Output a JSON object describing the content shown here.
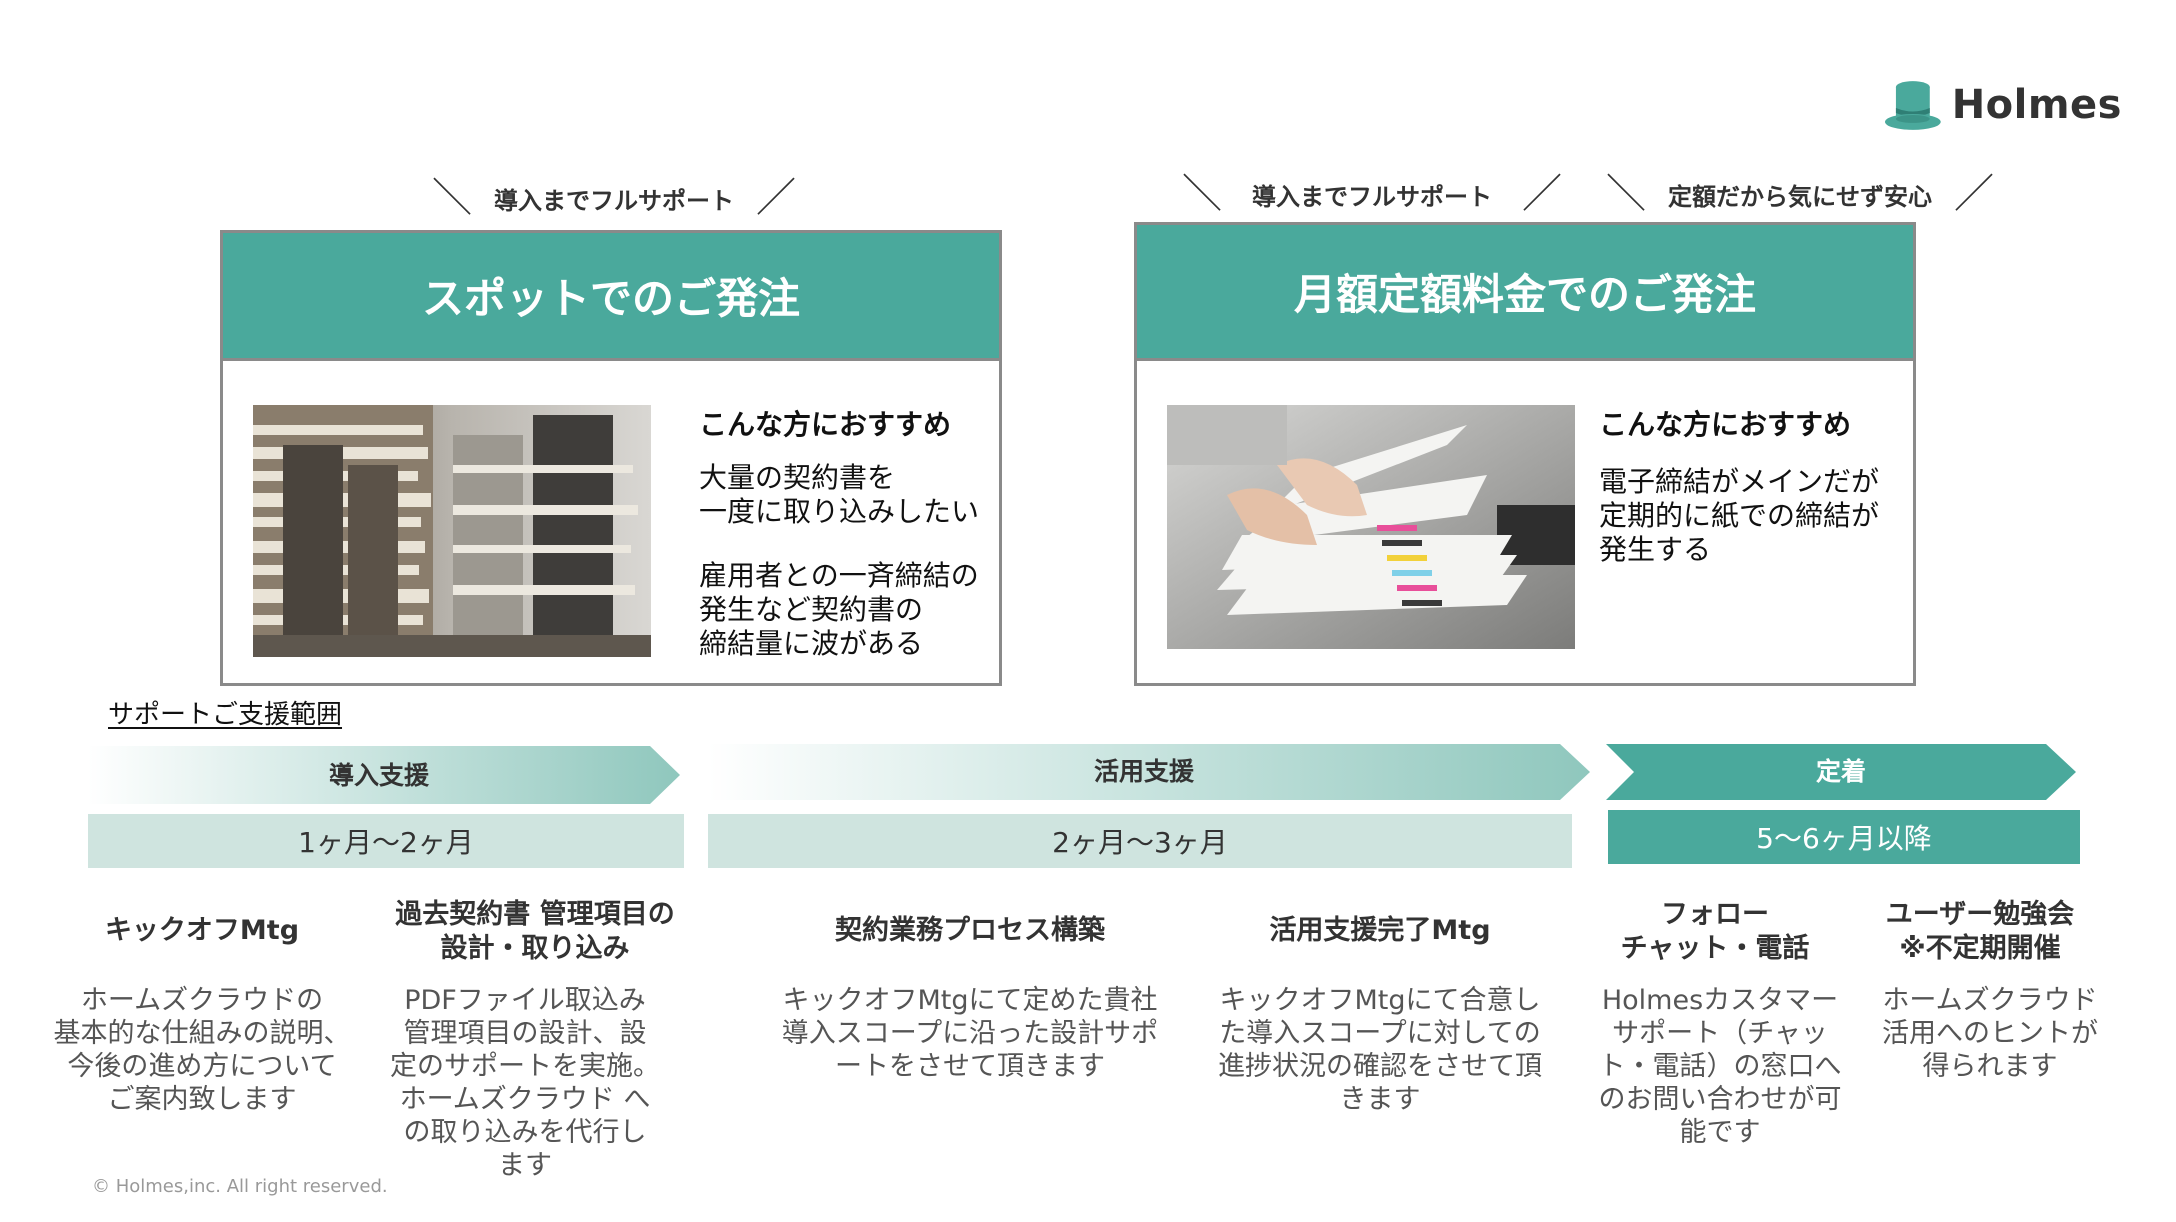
{
  "logo": {
    "text": "Holmes",
    "icon": "top-hat-icon",
    "color": "#4aa99c"
  },
  "taglines": {
    "left": "導入までフルサポート",
    "right_a": "導入までフルサポート",
    "right_b": "定額だから気にせず安心"
  },
  "cards": [
    {
      "title": "スポットでのご発注",
      "rec_title": "こんな方におすすめ",
      "rec_text_1": "大量の契約書を\n一度に取り込みしたい",
      "rec_text_2": "雇用者との一斉締結の\n発生など契約書の\n締結量に波がある",
      "photo": "stacked-binders-photo"
    },
    {
      "title": "月額定額料金でのご発注",
      "rec_title": "こんな方におすすめ",
      "rec_text_1": "電子締結がメインだが\n定期的に紙での締結が\n発生する",
      "photo": "document-stack-photo"
    }
  ],
  "support": {
    "label": "サポートご支援範囲",
    "phases": [
      {
        "name": "導入支援",
        "duration": "1ヶ月〜2ヶ月"
      },
      {
        "name": "活用支援",
        "duration": "2ヶ月〜3ヶ月"
      },
      {
        "name": "定着",
        "duration": "5〜6ヶ月以降"
      }
    ],
    "items": [
      {
        "title": "キックオフMtg",
        "desc": "ホームズクラウドの\n基本的な仕組みの説明、\n今後の進め方について\nご案内致します"
      },
      {
        "title": "過去契約書 管理項目の\n設計・取り込み",
        "desc": "PDFファイル取込み\n管理項目の設計、設\n定のサポートを実施。\nホームズクラウド へ\nの取り込みを代行し\nます"
      },
      {
        "title": "契約業務プロセス構築",
        "desc": "キックオフMtgにて定めた貴社\n導入スコープに沿った設計サポ\nートをさせて頂きます"
      },
      {
        "title": "活用支援完了Mtg",
        "desc": "キックオフMtgにて合意し\nた導入スコープに対しての\n進捗状況の確認をさせて頂\nきます"
      },
      {
        "title": "フォロー\nチャット・電話",
        "desc": "Holmesカスタマー\nサポート（チャッ\nト・電話）の窓口へ\nのお問い合わせが可\n能です"
      },
      {
        "title": "ユーザー勉強会\n※不定期開催",
        "desc": "ホームズクラウド\n活用へのヒントが\n得られます"
      }
    ]
  },
  "colors": {
    "accent": "#4aa99c",
    "light": "#cfe4df",
    "border": "#8a8a8a"
  },
  "copyright": "© Holmes,inc. All right reserved."
}
